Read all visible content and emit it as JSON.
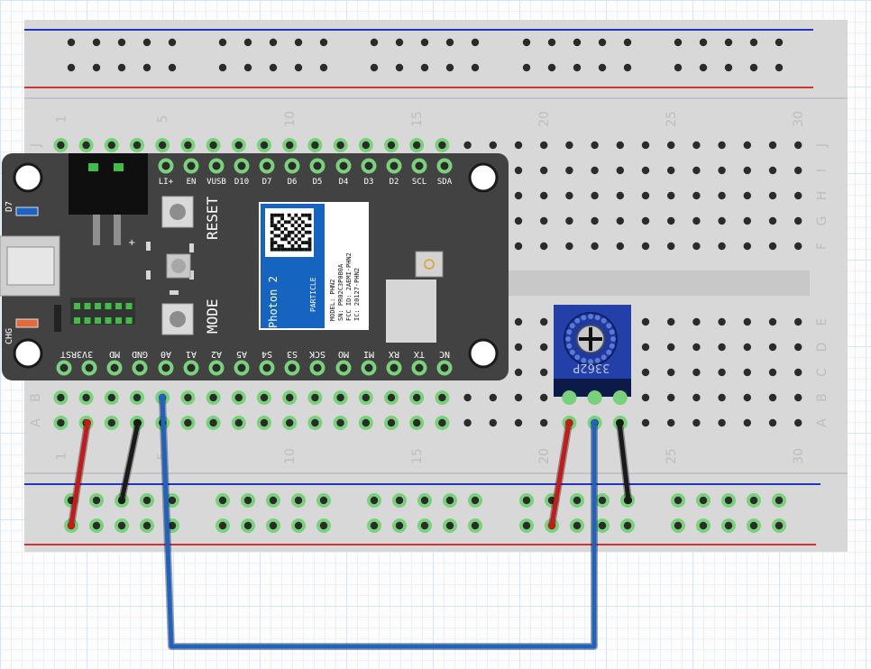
{
  "breadboard": {
    "column_numbers": [
      "1",
      "5",
      "10",
      "15",
      "20",
      "25",
      "30"
    ],
    "row_letters_top": [
      "J",
      "I",
      "H",
      "G",
      "F"
    ],
    "row_letters_bottom": [
      "E",
      "D",
      "C",
      "B",
      "A"
    ],
    "colors": {
      "body": "#d8d8d8",
      "hole": "#2b2b2b",
      "active": "#78d279",
      "rail_red": "#d23434",
      "rail_blue": "#2434c4"
    }
  },
  "board": {
    "top_pins": [
      "LI+",
      "EN",
      "VUSB",
      "D10",
      "D7",
      "D6",
      "D5",
      "D4",
      "D3",
      "D2",
      "SCL",
      "SDA"
    ],
    "bottom_pins": [
      "3V3RST",
      "MD",
      "GND",
      "A0",
      "A1",
      "A2",
      "A5",
      "S4",
      "S3",
      "SCK",
      "MO",
      "MI",
      "RX",
      "TX",
      "NC"
    ],
    "reset_label": "RESET",
    "mode_label": "MODE",
    "d7_label": "D7",
    "chg_label": "CHG",
    "plus_label": "+",
    "module": {
      "name": "Photon 2",
      "brand": "PARTICLE",
      "info": [
        "MODEL: PHN2",
        "SN: PR02C3P0B0A",
        "FCC ID: 2AEMI-PHN2",
        "IC: 20127-PHN2"
      ]
    },
    "colors": {
      "pcb": "#424242",
      "module": "#1565c0"
    }
  },
  "potentiometer": {
    "label": "3362P"
  },
  "wires": {
    "colors": {
      "power": "#c91818",
      "ground": "#1a1a1a",
      "signal": "#1e63c4"
    }
  }
}
